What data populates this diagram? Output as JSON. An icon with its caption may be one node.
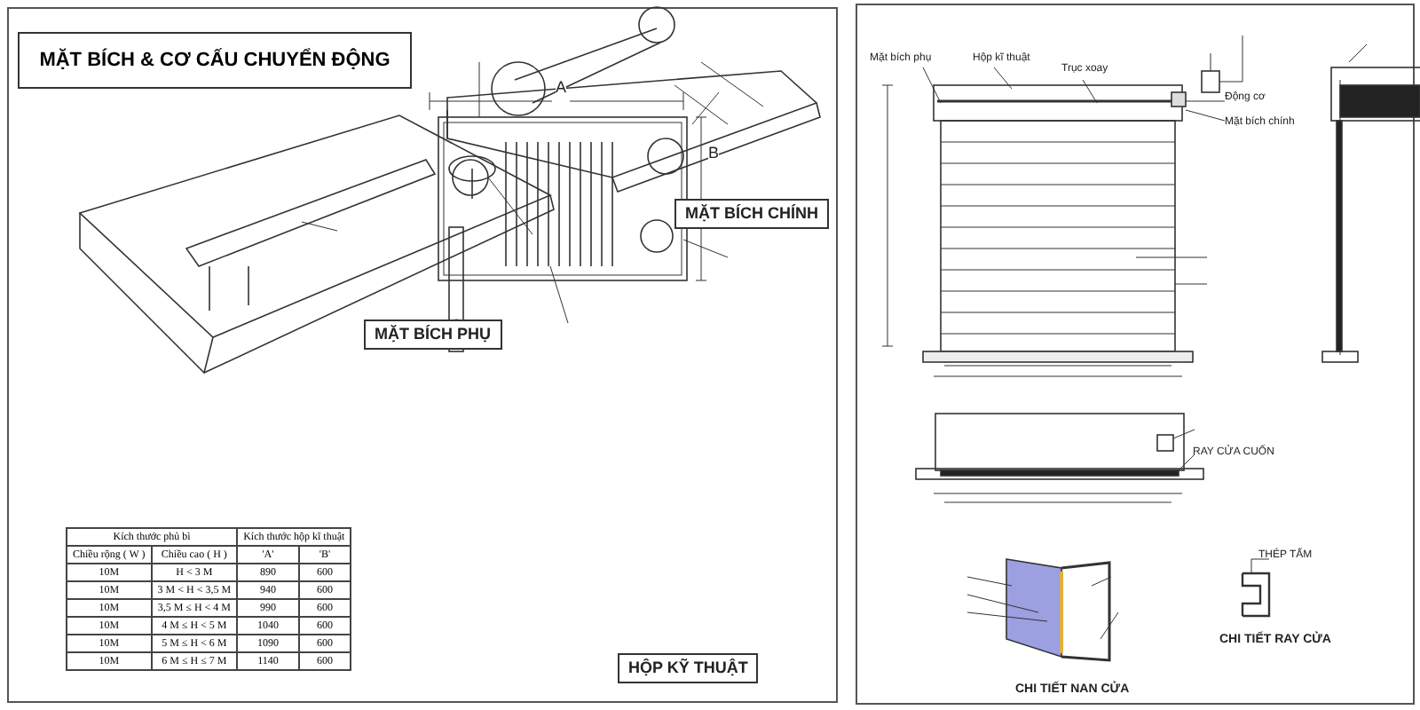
{
  "diagram": {
    "title": "MẶT BÍCH & CƠ CẤU CHUYỂN ĐỘNG",
    "labels": [
      "MẶT BÍCH CHÍNH",
      "MẶT BÍCH PHỤ",
      "A",
      "B",
      "HỘP KỸ THUẬT",
      "Kích thước phủ bì",
      "Kích thước hộp kĩ thuật",
      "Chiều rộng ( W )",
      "Chiều cao ( H )",
      "'A'",
      "'B'",
      "10M",
      "H < 3 M",
      "890",
      "600",
      "10M",
      "3 M < H < 3,5 M",
      "940",
      "600",
      "10M",
      "3,5 M ≤ H < 4 M",
      "990",
      "600",
      "10M",
      "4 M ≤ H < 5 M",
      "1040",
      "600",
      "10M",
      "5 M ≤ H < 6 M",
      "1090",
      "600",
      "10M",
      "6 M ≤ H ≤ 7 M",
      "1140",
      "600",
      "Mặt bích phụ",
      "Hộp kĩ thuật",
      "Trục xoay",
      "Động cơ",
      "Mặt bích chính",
      "RAY CỬA CUỐN",
      "THÉP TẤM",
      "CHI TIẾT RAY CỬA",
      "CHI TIẾT NAN CỬA"
    ]
  }
}
